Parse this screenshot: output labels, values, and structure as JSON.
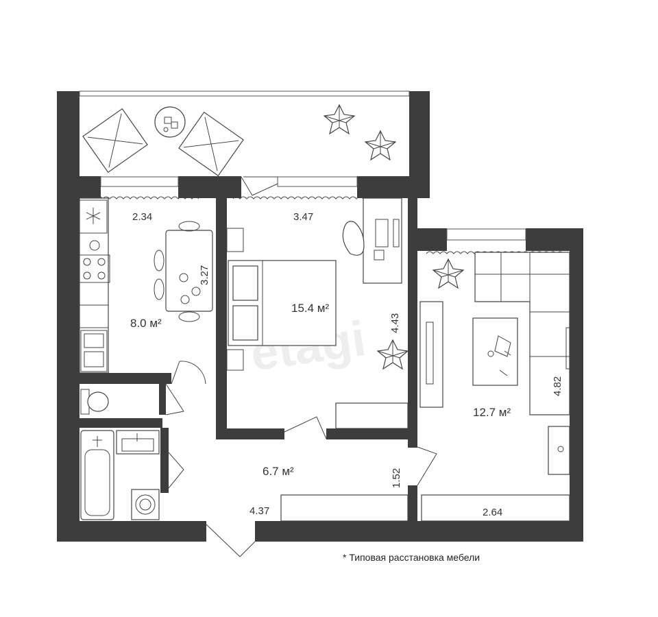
{
  "watermark": "etagi",
  "rooms": {
    "kitchen": {
      "area": "8.0 м²",
      "width": "2.34",
      "depth": "3.27"
    },
    "bedroom": {
      "area": "15.4 м²",
      "width": "3.47",
      "depth": "4.43"
    },
    "living": {
      "area": "12.7 м²",
      "width": "2.64",
      "depth": "4.82"
    },
    "hall": {
      "area": "6.7 м²",
      "width": "4.37",
      "depth": "1.52"
    }
  },
  "note": "* Типовая расстановка мебели",
  "colors": {
    "wall": "#3d3d3d",
    "background": "#ffffff",
    "lines": "#444444"
  }
}
